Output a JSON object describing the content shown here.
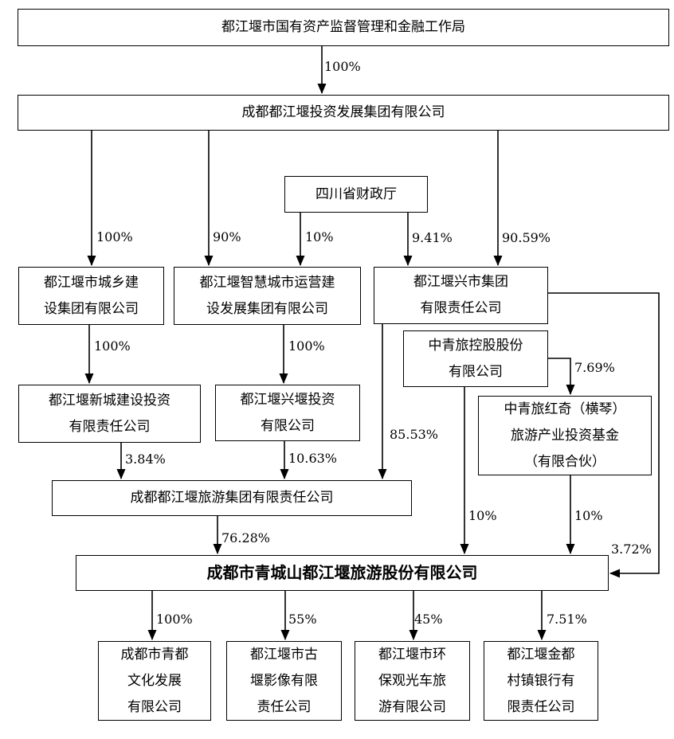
{
  "diagram": {
    "nodes": {
      "bureau": {
        "label": "都江堰市国有资产监督管理和金融工作局"
      },
      "group": {
        "label": "成都都江堰投资发展集团有限公司"
      },
      "czt": {
        "label": "四川省财政厅"
      },
      "chengxiang": {
        "lines": [
          "都江堰市城乡建",
          "设集团有限公司"
        ]
      },
      "zhihui": {
        "lines": [
          "都江堰智慧城市运营建",
          "设发展集团有限公司"
        ]
      },
      "xingshi": {
        "lines": [
          "都江堰兴市集团",
          "有限责任公司"
        ]
      },
      "cyts": {
        "lines": [
          "中青旅控股股份",
          "有限公司"
        ]
      },
      "xincheng": {
        "lines": [
          "都江堰新城建设投资",
          "有限责任公司"
        ]
      },
      "xingyan": {
        "lines": [
          "都江堰兴堰投资",
          "有限公司"
        ]
      },
      "hongqi": {
        "lines": [
          "中青旅红奇（横琴）",
          "旅游产业投资基金",
          "（有限合伙）"
        ]
      },
      "tourgroup": {
        "label": "成都都江堰旅游集团有限责任公司"
      },
      "listed": {
        "label": "成都市青城山都江堰旅游股份有限公司"
      },
      "qingdu": {
        "lines": [
          "成都市青都",
          "文化发展",
          "有限公司"
        ]
      },
      "guyan": {
        "lines": [
          "都江堰市古",
          "堰影像有限",
          "责任公司"
        ]
      },
      "huanbao": {
        "lines": [
          "都江堰市环",
          "保观光车旅",
          "游有限公司"
        ]
      },
      "jindu": {
        "lines": [
          "都江堰金都",
          "村镇银行有",
          "限责任公司"
        ]
      }
    },
    "edges": {
      "bureau_to_group": "100%",
      "group_to_chengxiang": "100%",
      "group_to_zhihui": "90%",
      "czt_to_zhihui": "10%",
      "czt_to_xingshi": "9.41%",
      "group_to_xingshi": "90.59%",
      "chengxiang_to_xincheng": "100%",
      "zhihui_to_xingyan": "100%",
      "xincheng_to_tourgroup": "3.84%",
      "xingyan_to_tourgroup": "10.63%",
      "xingshi_to_tourgroup": "85.53%",
      "cyts_to_hongqi": "7.69%",
      "cyts_to_listed": "10%",
      "hongqi_to_listed": "10%",
      "xingshi_to_listed": "3.72%",
      "tourgroup_to_listed": "76.28%",
      "listed_to_qingdu": "100%",
      "listed_to_guyan": "55%",
      "listed_to_huanbao": "45%",
      "listed_to_jindu": "7.51%"
    },
    "colors": {
      "line": "#000000",
      "box_border": "#000000",
      "background": "#ffffff",
      "text": "#000000"
    }
  }
}
